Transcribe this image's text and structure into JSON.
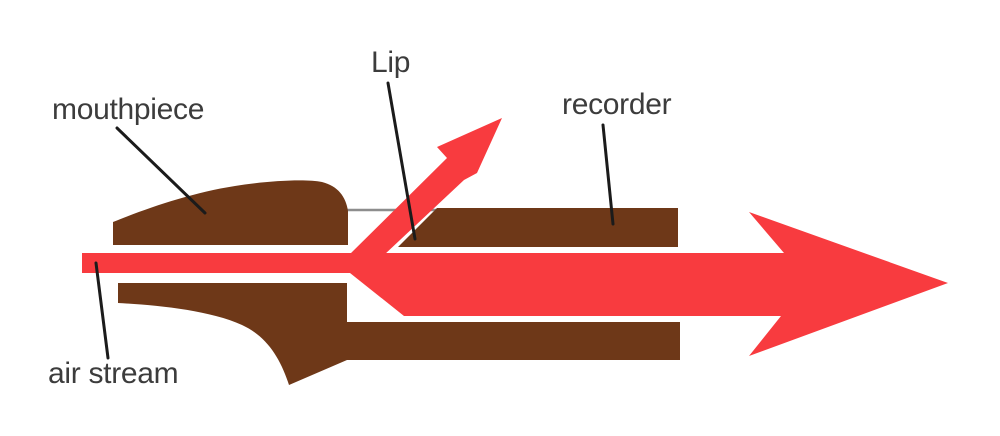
{
  "figure": {
    "type": "labeled-diagram",
    "subject": "Cross-section of a recorder mouthpiece showing how the air stream splits at the lip"
  },
  "labels": {
    "mouthpiece": "mouthpiece",
    "lip": "Lip",
    "recorder": "recorder",
    "air_stream": "air stream"
  },
  "colors": {
    "air_stream_red": "#f83b3f",
    "wood_brown": "#6e3818",
    "label_text": "#3c3c3c",
    "pointer_line": "#1b1b1b",
    "window_line": "#8d8d8d",
    "background": "#ffffff"
  }
}
